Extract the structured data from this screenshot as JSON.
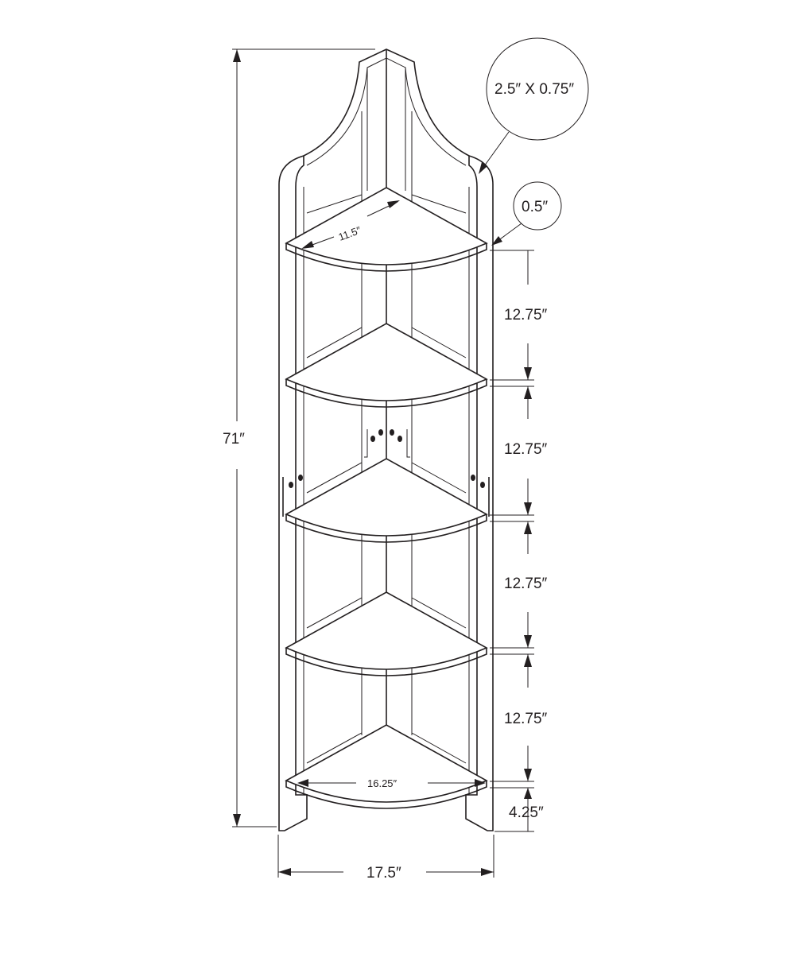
{
  "diagram": {
    "labels": {
      "total_height": "71″",
      "total_width": "17.5″",
      "shelf_depth": "11.5″",
      "shelf_width": "16.25″",
      "leg_size": "2.5″ X 0.75″",
      "shelf_thickness": "0.5″",
      "shelf_gap_1": "12.75″",
      "shelf_gap_2": "12.75″",
      "shelf_gap_3": "12.75″",
      "shelf_gap_4": "12.75″",
      "bottom_clearance": "4.25″"
    },
    "colors": {
      "line": "#231f20",
      "background": "#ffffff"
    }
  }
}
